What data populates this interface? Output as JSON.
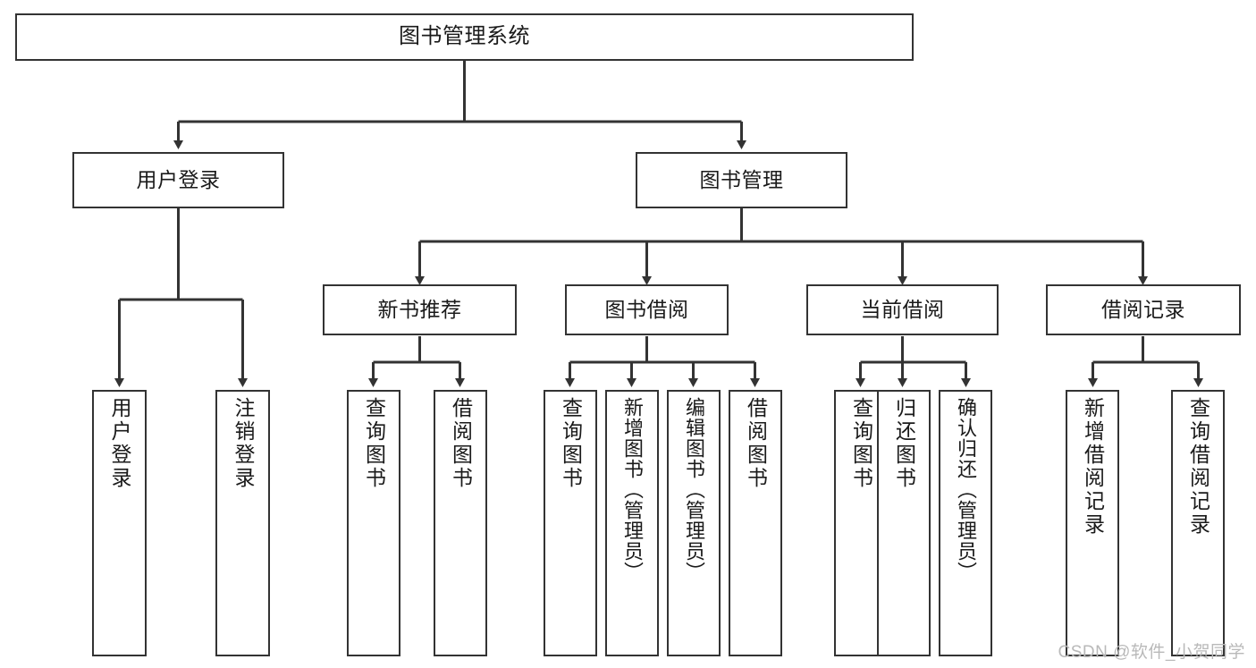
{
  "diagram": {
    "title": "图书管理系统",
    "type": "tree",
    "root": {
      "id": "root",
      "label": "图书管理系统",
      "orientation": "horizontal"
    },
    "level2": [
      {
        "id": "user-login",
        "label": "用户登录",
        "orientation": "horizontal"
      },
      {
        "id": "book-management",
        "label": "图书管理",
        "orientation": "horizontal"
      }
    ],
    "level3": [
      {
        "id": "new-book-recommend",
        "label": "新书推荐",
        "orientation": "horizontal",
        "parent": "book-management"
      },
      {
        "id": "book-borrow",
        "label": "图书借阅",
        "orientation": "horizontal",
        "parent": "book-management"
      },
      {
        "id": "current-borrow",
        "label": "当前借阅",
        "orientation": "horizontal",
        "parent": "book-management"
      },
      {
        "id": "borrow-record",
        "label": "借阅记录",
        "orientation": "horizontal",
        "parent": "book-management"
      }
    ],
    "leaves": [
      {
        "id": "leaf-user-login",
        "label": "用户登录",
        "parent": "user-login"
      },
      {
        "id": "leaf-logout-login",
        "label": "注销登录",
        "parent": "user-login"
      },
      {
        "id": "leaf-query-book-1",
        "label": "查询图书",
        "parent": "new-book-recommend"
      },
      {
        "id": "leaf-borrow-book-1",
        "label": "借阅图书",
        "parent": "new-book-recommend"
      },
      {
        "id": "leaf-query-book-2",
        "label": "查询图书",
        "parent": "book-borrow"
      },
      {
        "id": "leaf-add-book",
        "label": "新增图书（管理员）",
        "parent": "book-borrow"
      },
      {
        "id": "leaf-edit-book",
        "label": "编辑图书（管理员）",
        "parent": "book-borrow"
      },
      {
        "id": "leaf-borrow-book-2",
        "label": "借阅图书",
        "parent": "book-borrow"
      },
      {
        "id": "leaf-query-book-3",
        "label": "查询图书",
        "parent": "current-borrow"
      },
      {
        "id": "leaf-return-book",
        "label": "归还图书",
        "parent": "current-borrow"
      },
      {
        "id": "leaf-confirm-return",
        "label": "确认归还（管理员）",
        "parent": "current-borrow"
      },
      {
        "id": "leaf-add-record",
        "label": "新增借阅记录",
        "parent": "borrow-record"
      },
      {
        "id": "leaf-query-record",
        "label": "查询借阅记录",
        "parent": "borrow-record"
      }
    ],
    "watermark": "CSDN @软件_小贺同学",
    "colors": {
      "stroke": "#333333",
      "background": "#ffffff",
      "text": "#1a1a1a",
      "watermark": "#b9b9b9"
    }
  }
}
